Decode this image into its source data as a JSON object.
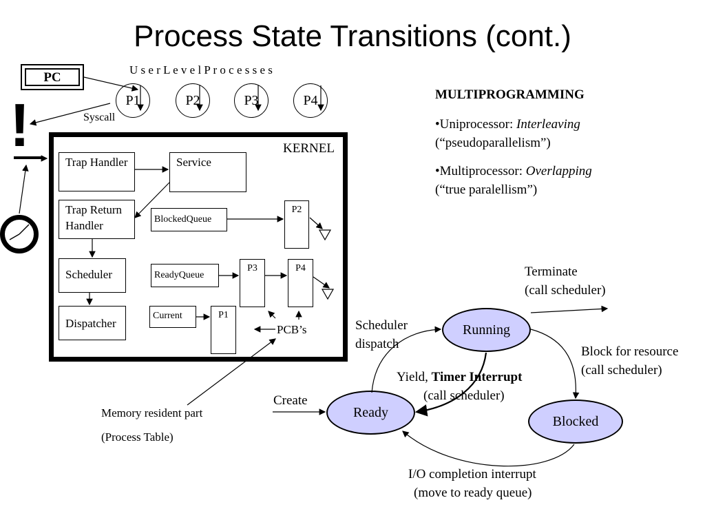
{
  "title": "Process State Transitions (cont.)",
  "pc_label": "PC",
  "user_level_label": "U s e r   L e v e l   P r o c e s s e s",
  "processes": [
    "P1",
    "P2",
    "P3",
    "P4"
  ],
  "syscall_label": "Syscall",
  "exclamation": "!",
  "kernel": {
    "label": "KERNEL",
    "trap_handler": "Trap Handler",
    "service": "Service",
    "trap_return_handler": "Trap Return Handler",
    "scheduler": "Scheduler",
    "dispatcher": "Dispatcher",
    "blocked_queue": "BlockedQueue",
    "ready_queue": "ReadyQueue",
    "current": "Current",
    "pcb_p2": "P2",
    "pcb_p3": "P3",
    "pcb_p4": "P4",
    "pcb_p1": "P1",
    "pcbs_label": "PCB’s"
  },
  "memory_resident_1": "Memory resident part",
  "memory_resident_2": "(Process Table)",
  "multiprogramming": {
    "heading": "MULTIPROGRAMMING",
    "uni_prefix": "•Uniprocessor: ",
    "uni_italic": "Interleaving",
    "uni_note": "(“pseudoparallelism”)",
    "multi_prefix": "•Multiprocessor: ",
    "multi_italic": "Overlapping",
    "multi_note": "(“true paralellism”)"
  },
  "states": {
    "running": "Running",
    "ready": "Ready",
    "blocked": "Blocked"
  },
  "transitions": {
    "terminate_1": "Terminate",
    "terminate_2": "(call scheduler)",
    "scheduler_dispatch_1": "Scheduler",
    "scheduler_dispatch_2": "dispatch",
    "yield_prefix": "Yield, ",
    "yield_bold": "Timer Interrupt",
    "yield_2": "(call scheduler)",
    "block_1": "Block for resource",
    "block_2": "(call scheduler)",
    "create": "Create",
    "io_1": "I/O completion interrupt",
    "io_2": "(move to ready queue)"
  },
  "colors": {
    "state_fill": "#cfcfff"
  }
}
